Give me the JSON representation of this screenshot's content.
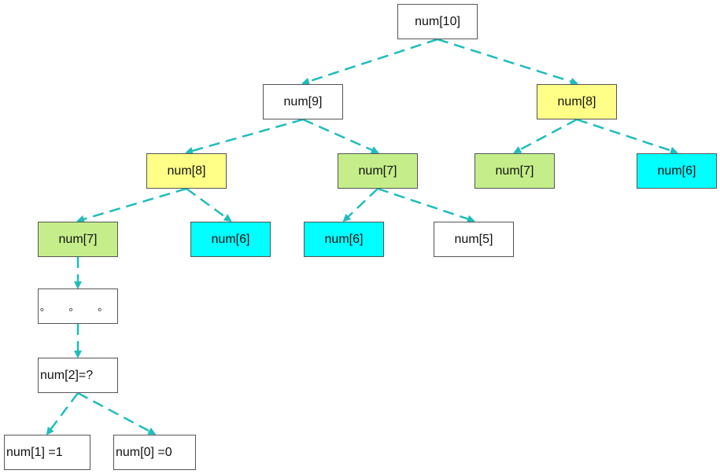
{
  "colors": {
    "edge": "#1fbcbc",
    "white": "#ffffff",
    "yellow": "#ffff88",
    "green": "#c5ee8a",
    "cyan": "#00ffff"
  },
  "nodes": [
    {
      "id": "n10",
      "label": "num[10]",
      "fill": "white"
    },
    {
      "id": "n9",
      "label": "num[9]",
      "fill": "white"
    },
    {
      "id": "n8r",
      "label": "num[8]",
      "fill": "yellow"
    },
    {
      "id": "n8l",
      "label": "num[8]",
      "fill": "yellow"
    },
    {
      "id": "n7m",
      "label": "num[7]",
      "fill": "green"
    },
    {
      "id": "n7r",
      "label": "num[7]",
      "fill": "green"
    },
    {
      "id": "n6r",
      "label": "num[6]",
      "fill": "cyan"
    },
    {
      "id": "n7l",
      "label": "num[7]",
      "fill": "green"
    },
    {
      "id": "n6a",
      "label": "num[6]",
      "fill": "cyan"
    },
    {
      "id": "n6b",
      "label": "num[6]",
      "fill": "cyan"
    },
    {
      "id": "n5",
      "label": "num[5]",
      "fill": "white"
    },
    {
      "id": "dots",
      "label": "。 。 。",
      "fill": "white"
    },
    {
      "id": "n2",
      "label": "num[2]=?",
      "fill": "white"
    },
    {
      "id": "n1",
      "label": "num[1] =1",
      "fill": "white"
    },
    {
      "id": "n0",
      "label": "num[0] =0",
      "fill": "white"
    }
  ],
  "edges": [
    {
      "from": "n10",
      "to": "n9"
    },
    {
      "from": "n10",
      "to": "n8r"
    },
    {
      "from": "n9",
      "to": "n8l"
    },
    {
      "from": "n9",
      "to": "n7m"
    },
    {
      "from": "n8r",
      "to": "n7r"
    },
    {
      "from": "n8r",
      "to": "n6r"
    },
    {
      "from": "n8l",
      "to": "n7l"
    },
    {
      "from": "n8l",
      "to": "n6a"
    },
    {
      "from": "n7m",
      "to": "n6b"
    },
    {
      "from": "n7m",
      "to": "n5"
    },
    {
      "from": "n7l",
      "to": "dots"
    },
    {
      "from": "dots",
      "to": "n2"
    },
    {
      "from": "n2",
      "to": "n1"
    },
    {
      "from": "n2",
      "to": "n0"
    }
  ]
}
